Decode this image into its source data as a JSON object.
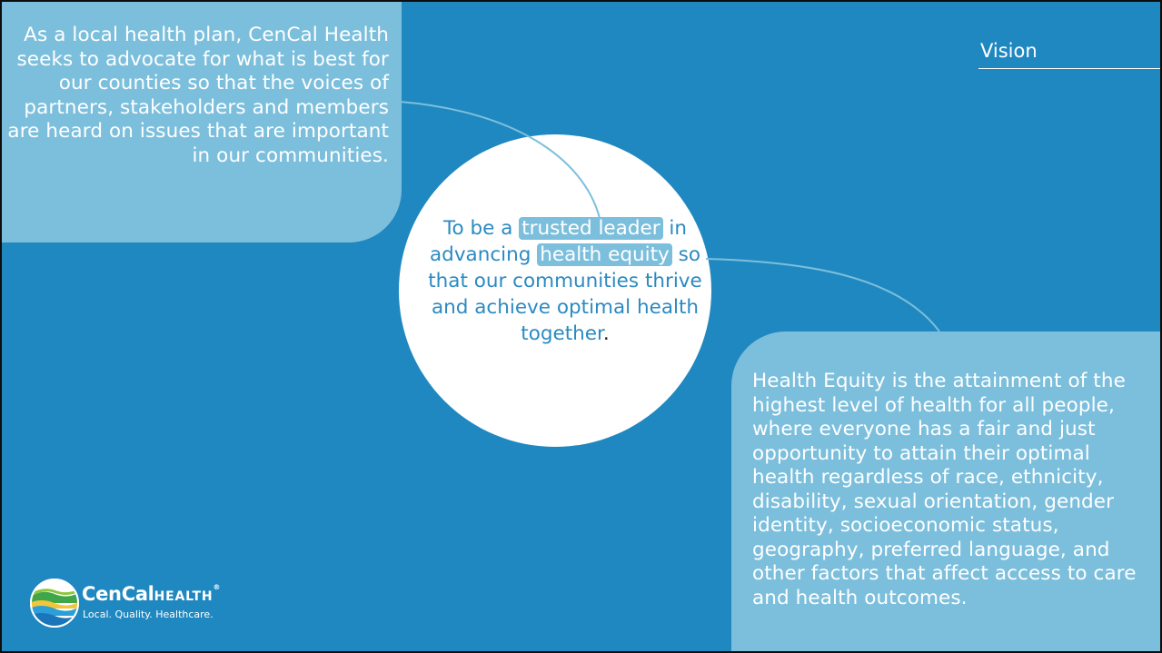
{
  "slide": {
    "section_label": "Vision",
    "left_callout": "As a local health plan, CenCal Health seeks to advocate for what is best for our counties so that the voices of partners, stakeholders and members are heard on issues that are important in our communities.",
    "right_callout": "Health Equity is the attainment of the highest level of health for all people, where everyone has a fair and just opportunity to attain their optimal health regardless of race, ethnicity, disability, sexual orientation, gender identity, socioeconomic status, geography, preferred language, and other factors that affect access to care and health outcomes.",
    "vision": {
      "part1": "To be a ",
      "highlight1": "trusted leader",
      "part2": " in advancing ",
      "highlight2": "health equity",
      "part3": " so that our communities thrive and achieve optimal health together",
      "period": "."
    }
  },
  "logo": {
    "name": "CenCal",
    "suffix": "HEALTH",
    "reg": "®",
    "tagline": "Local. Quality. Healthcare."
  },
  "colors": {
    "background": "#2088c0",
    "callout": "#7cbfdc",
    "vision_text": "#2b8ac2",
    "circle": "#ffffff"
  },
  "icons": [
    "cencal-logo-icon"
  ]
}
